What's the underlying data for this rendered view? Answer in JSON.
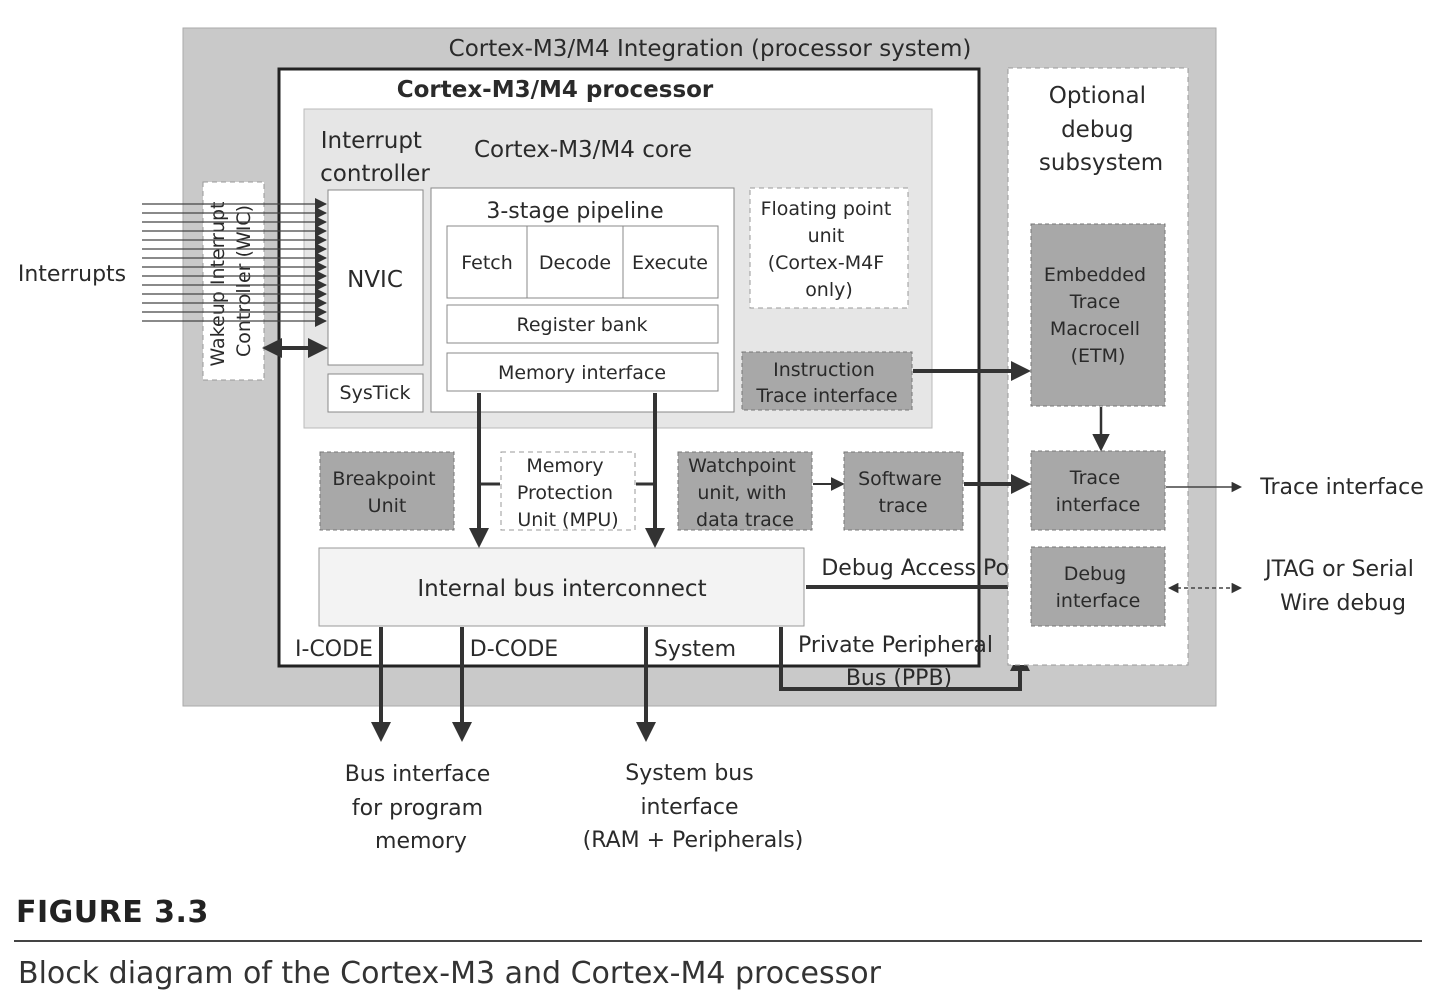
{
  "diagram": {
    "integration_title": "Cortex-M3/M4 Integration (processor system)",
    "processor_title": "Cortex-M3/M4 processor",
    "core_title": "Cortex-M3/M4 core",
    "interrupt_controller": [
      "Interrupt",
      "controller"
    ],
    "nvic": "NVIC",
    "systick": "SysTick",
    "wic": [
      "Wakeup Interrupt",
      "Controller (WIC)"
    ],
    "interrupts": "Interrupts",
    "pipeline_title": "3-stage pipeline",
    "stages": [
      "Fetch",
      "Decode",
      "Execute"
    ],
    "register_bank": "Register bank",
    "memory_interface": "Memory interface",
    "fpu": [
      "Floating point",
      "unit",
      "(Cortex-M4F",
      "only)"
    ],
    "instr_trace": [
      "Instruction",
      "Trace interface"
    ],
    "breakpoint": [
      "Breakpoint",
      "Unit"
    ],
    "mpu": [
      "Memory",
      "Protection",
      "Unit (MPU)"
    ],
    "watchpoint": [
      "Watchpoint",
      "unit, with",
      "data trace"
    ],
    "software_trace": [
      "Software",
      "trace"
    ],
    "bus_interconnect": "Internal bus interconnect",
    "debug_access_port": "Debug Access Port",
    "icode": "I-CODE",
    "dcode": "D-CODE",
    "system": "System",
    "ppb": [
      "Private Peripheral",
      "Bus (PPB)"
    ],
    "optional_debug": [
      "Optional",
      "debug",
      "subsystem"
    ],
    "etm": [
      "Embedded",
      "Trace",
      "Macrocell",
      "(ETM)"
    ],
    "trace_if": [
      "Trace",
      "interface"
    ],
    "debug_if": [
      "Debug",
      "interface"
    ],
    "trace_interface_out": "Trace interface",
    "jtag": [
      "JTAG or Serial",
      "Wire debug"
    ],
    "bus_prog": [
      "Bus interface",
      "for program",
      "memory"
    ],
    "system_bus": [
      "System bus",
      "interface",
      "(RAM + Peripherals)"
    ]
  },
  "figure": {
    "number": "FIGURE 3.3",
    "caption": "Block diagram of the Cortex-M3 and Cortex-M4 processor"
  },
  "colors": {
    "outer_gray": "#c9c9c9",
    "core_gray": "#e6e6e6",
    "dark_box": "#a8a8a8",
    "white": "#ffffff",
    "arrow": "#333333"
  }
}
